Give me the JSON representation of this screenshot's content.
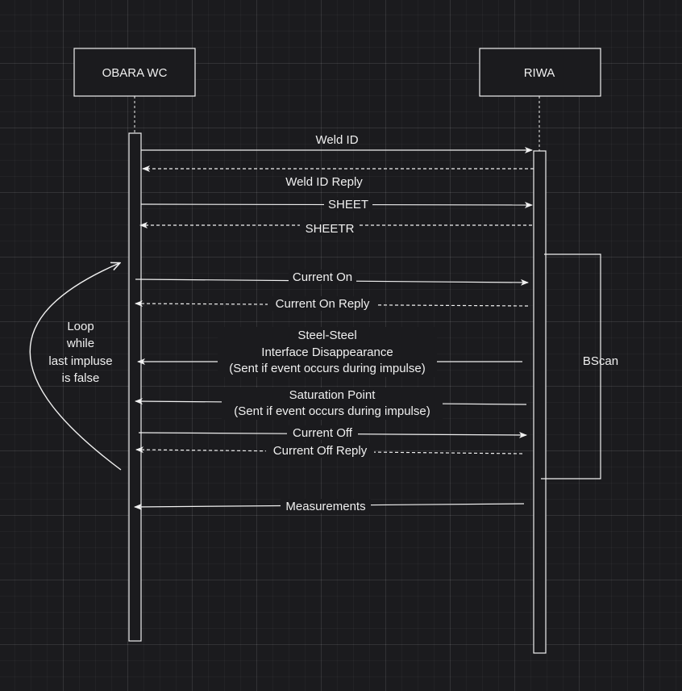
{
  "participants": {
    "left": {
      "label": "OBARA WC"
    },
    "right": {
      "label": "RIWA"
    }
  },
  "messages": {
    "weld_id": "Weld ID",
    "weld_id_reply": "Weld ID Reply",
    "sheet": "SHEET",
    "sheetr": "SHEETR",
    "current_on": "Current On",
    "current_on_reply": "Current On Reply",
    "steel_line1": "Steel-Steel",
    "steel_line2": "Interface Disappearance",
    "steel_line3": "(Sent if event occurs during impulse)",
    "saturation_line1": "Saturation Point",
    "saturation_line2": "(Sent if event occurs during impulse)",
    "current_off": "Current Off",
    "current_off_reply": "Current Off Reply",
    "measurements": "Measurements"
  },
  "loop": {
    "line1": "Loop",
    "line2": "while",
    "line3": "last impluse",
    "line4": "is false"
  },
  "bscan": {
    "label": "BScan"
  },
  "colors": {
    "background": "#1b1b1e",
    "stroke": "#f0f0f0",
    "text": "#f0f0f0"
  }
}
